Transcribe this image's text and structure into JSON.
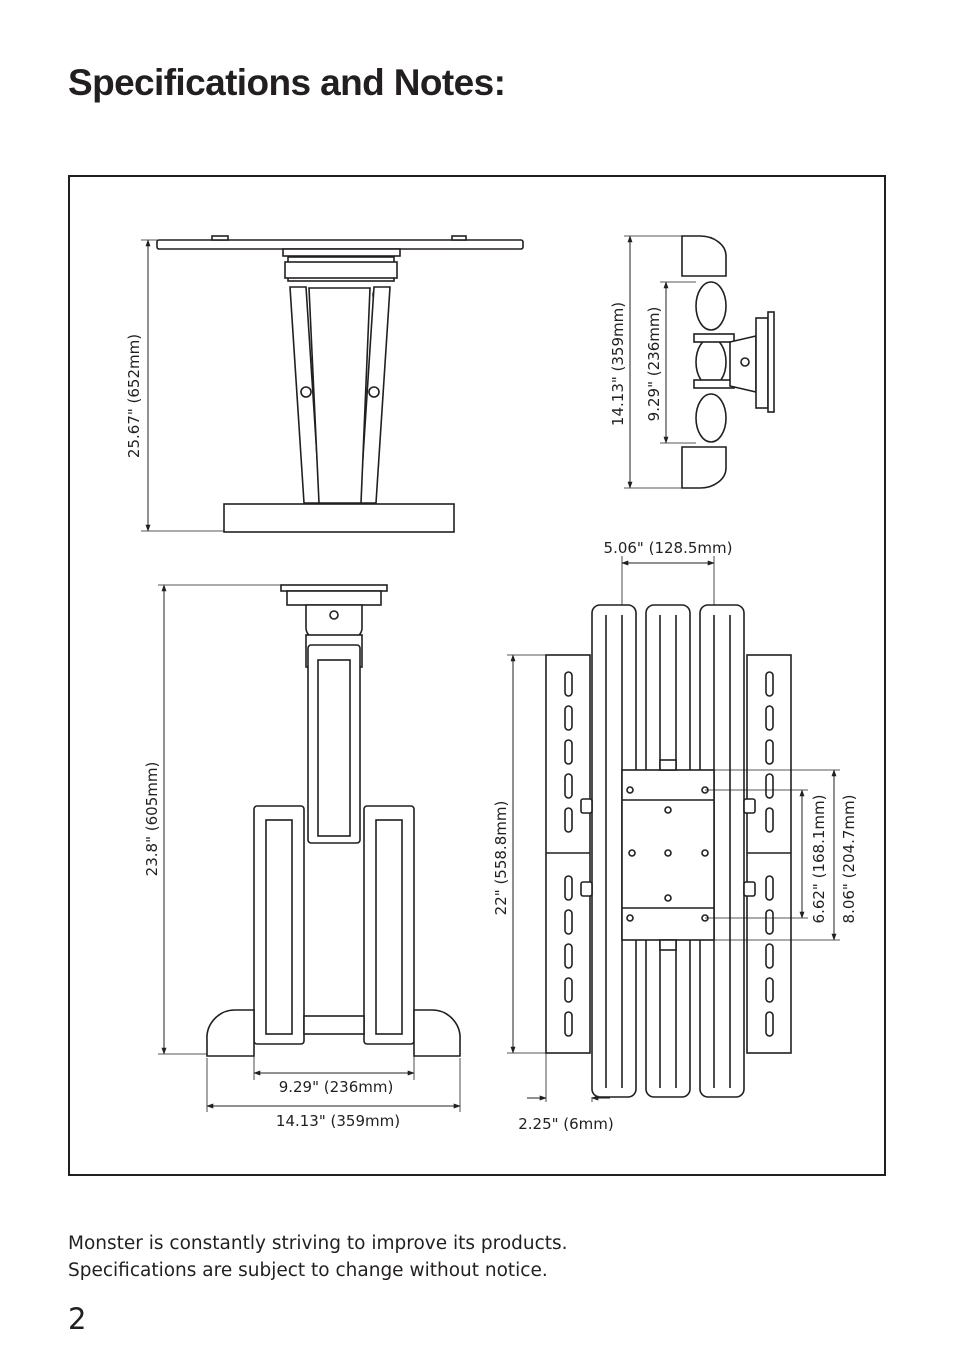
{
  "page": {
    "title": "Specifications and Notes:",
    "notes": [
      "Monster is constantly striving to improve its products.",
      "Specifications are subject to change without notice."
    ],
    "page_number": "2"
  },
  "diagram": {
    "side_view_height": "25.67\" (652mm)",
    "top_view_outer": "14.13\" (359mm)",
    "top_view_inner": "9.29\" (236mm)",
    "front_view_height": "23.8\" (605mm)",
    "front_view_inner_width": "9.29\" (236mm)",
    "front_view_outer_width": "14.13\" (359mm)",
    "back_view_rail_spacing": "5.06\" (128.5mm)",
    "back_view_height": "22\" (558.8mm)",
    "back_view_hole_inner": "6.62\" (168.1mm)",
    "back_view_hole_outer": "8.06\" (204.7mm)",
    "back_view_offset": "2.25\" (6mm)"
  }
}
